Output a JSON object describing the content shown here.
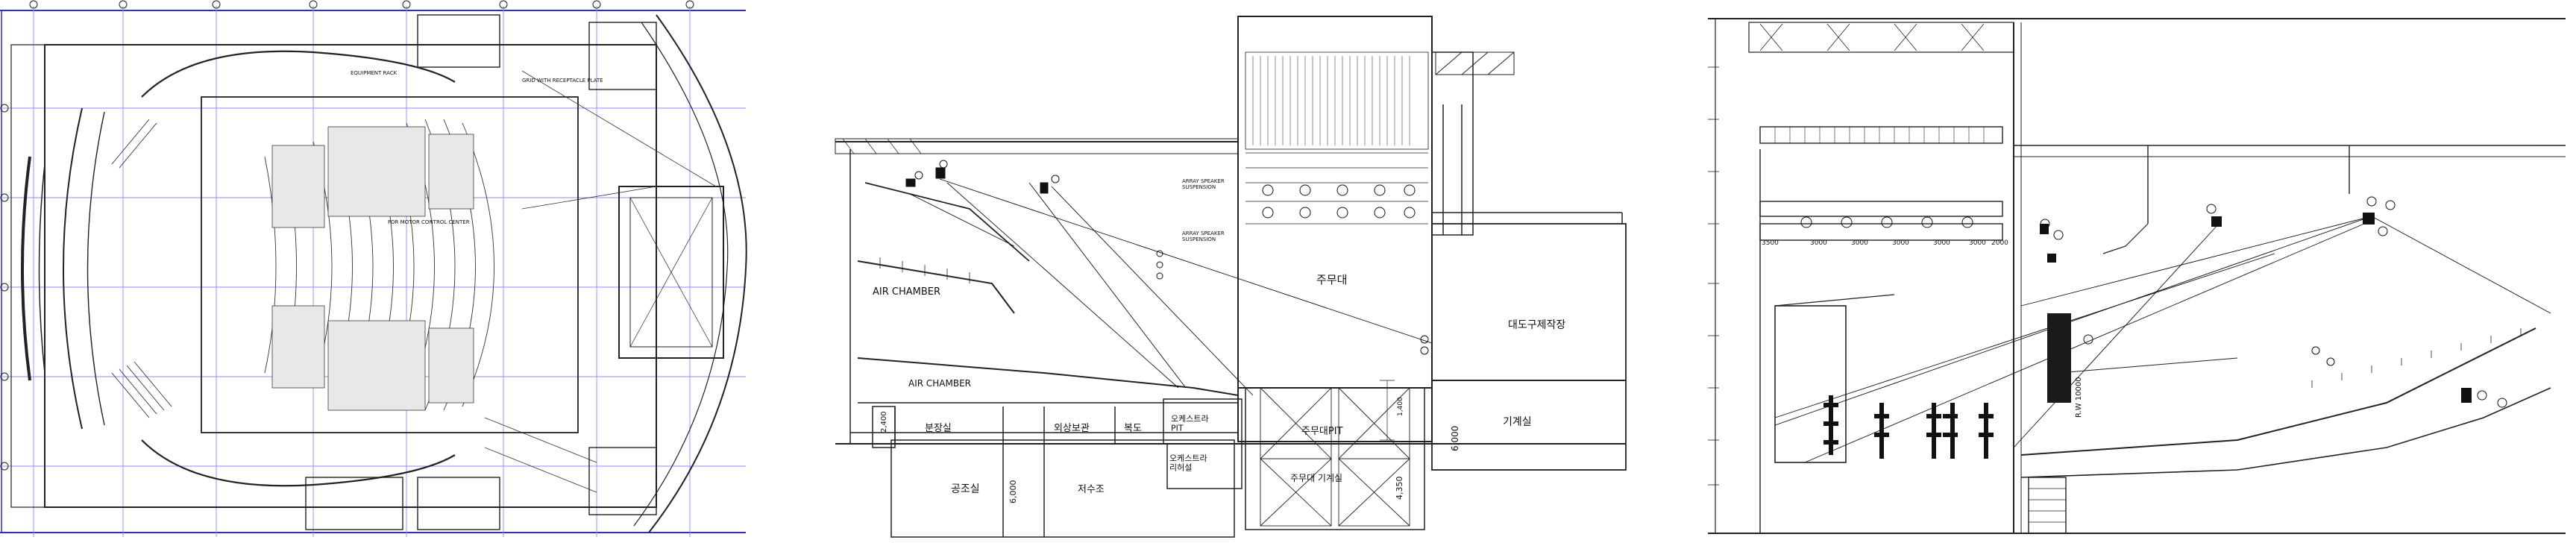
{
  "colors": {
    "ink": "#111111",
    "line": "#222222",
    "grid": "#9aa4ff",
    "frame": "#2b2bd8",
    "paper": "#ffffff"
  },
  "plan": {
    "grid_top": [
      "①",
      "②",
      "③",
      "④",
      "⑤",
      "⑥",
      "⑦",
      "⑧"
    ],
    "notes": [
      "EQUIPMENT RACK",
      "FOR MOTOR CONTROL CENTER",
      "GRID WITH RECEPTACLE PLATE"
    ]
  },
  "section_mid": {
    "air_chamber_top": "AIR CHAMBER",
    "air_chamber_bottom": "AIR CHAMBER",
    "main_stage": "주무대",
    "large_prop_shop": "대도구제작장",
    "machine_room": "기계실",
    "orchestra_pit": "오케스트라\nPIT",
    "orchestra_rehearsal": "오케스트라\n리허설",
    "main_stage_pit": "주무대PIT",
    "stage_machinery": "주무대 기계실",
    "storage": "외상보관",
    "corridor": "복도",
    "dressing": "분장실",
    "hvac_room": "공조실",
    "water_tank": "저수조",
    "dim_2400": "2,400",
    "dim_6000_left": "6,000",
    "dim_6000_right": "6,000",
    "dim_4350": "4,350",
    "dim_1400": "1,400",
    "note_left": "ARRAY SPEAKER\nSUSPENSION",
    "note_right": "ARRAY SPEAKER\nSUSPENSION"
  },
  "section_right": {
    "dims": [
      "3500",
      "3000",
      "3000",
      "3000",
      "3000",
      "3000",
      "2000"
    ],
    "vertical_dim": "R.W 10000"
  }
}
